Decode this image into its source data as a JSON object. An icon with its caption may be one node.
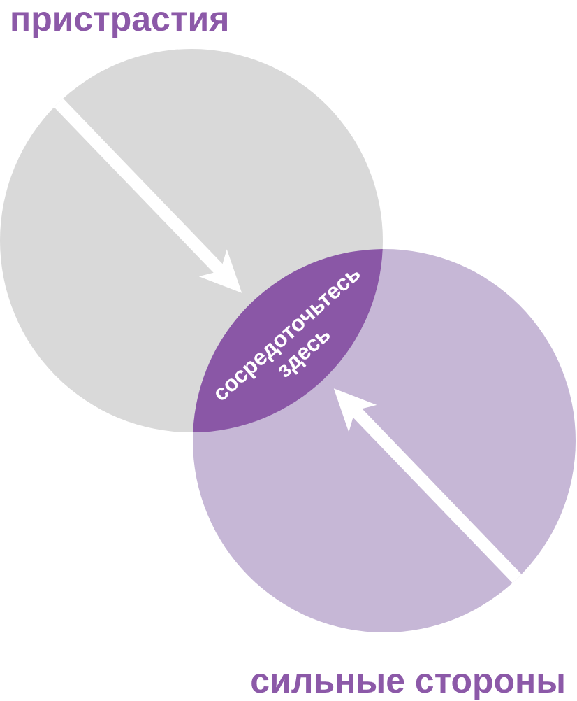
{
  "diagram": {
    "nodes": [
      {
        "text": [
          "пристрастия"
        ]
      },
      {
        "text": [
          "сильные стороны"
        ]
      },
      {
        "text": [
          "сосредоточьтесь здесь"
        ]
      }
    ],
    "edges": [
      {
        "from": 0,
        "to": 2,
        "arrow": "to"
      },
      {
        "from": 1,
        "to": 2,
        "arrow": "to"
      }
    ]
  }
}
